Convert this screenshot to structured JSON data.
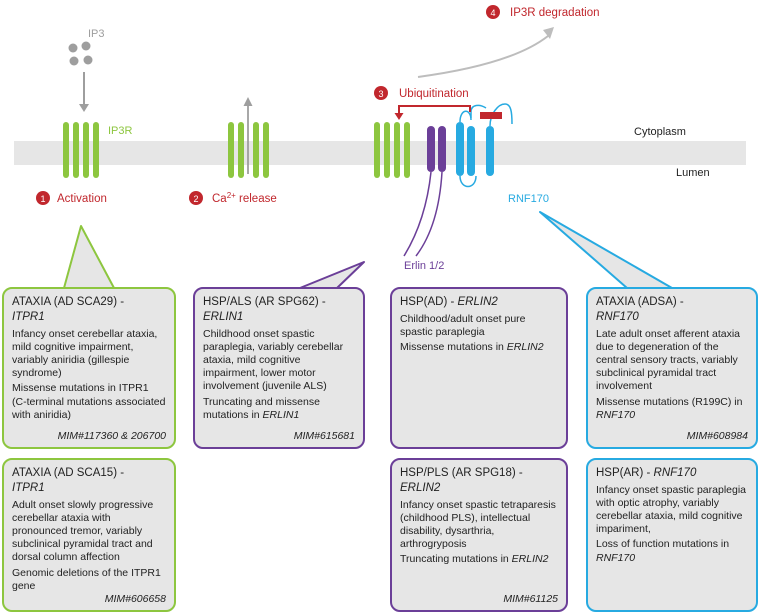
{
  "labels": {
    "ip3": "IP3",
    "ip3r": "IP3R",
    "cytoplasm": "Cytoplasm",
    "lumen": "Lumen",
    "rnf170": "RNF170",
    "erlin": "Erlin 1/2"
  },
  "steps": [
    {
      "num": "1",
      "label": "Activation"
    },
    {
      "num": "2",
      "label_pre": "Ca",
      "label_sup": "2+",
      "label_post": " release"
    },
    {
      "num": "3",
      "label": "Ubiquitination"
    },
    {
      "num": "4",
      "label": "IP3R degradation"
    }
  ],
  "colors": {
    "green": "#8dc63f",
    "purple": "#6b3f98",
    "blue": "#27aae1",
    "red": "#c1272d",
    "membrane": "#e6e6e6",
    "gray": "#9e9e9e"
  },
  "cards": {
    "sca29": {
      "title": "ATAXIA (AD SCA29) -",
      "gene": "ITPR1",
      "p1": "Infancy onset cerebellar ataxia, mild cognitive impairment, variably aniridia (gillespie syndrome)",
      "p2": "Missense mutations in ITPR1 (C-terminal mutations associated with aniridia)",
      "mim": "MIM#117360 & 206700"
    },
    "sca15": {
      "title": "ATAXIA (AD SCA15) -",
      "gene": "ITPR1",
      "p1": "Adult onset slowly progressive cerebellar ataxia with pronounced tremor, variably subclinical pyramidal tract and dorsal column affection",
      "p2": "Genomic deletions of the ITPR1 gene",
      "mim": "MIM#606658"
    },
    "spg62": {
      "title": "HSP/ALS (AR SPG62) -",
      "gene": "ERLIN1",
      "p1": "Childhood onset spastic paraplegia, variably cerebellar ataxia, mild cognitive impairment, lower motor involvement (juvenile ALS)",
      "p2_pre": "Truncating and missense mutations in ",
      "p2_gene": "ERLIN1",
      "mim": "MIM#615681"
    },
    "hspad": {
      "title": "HSP(AD) -",
      "gene": "ERLIN2",
      "p1": "Childhood/adult onset pure spastic paraplegia",
      "p2_pre": "Missense mutations in ",
      "p2_gene": "ERLIN2"
    },
    "spg18": {
      "title": "HSP/PLS (AR SPG18) -",
      "gene": "ERLIN2",
      "p1": "Infancy onset spastic tetraparesis (childhood PLS), intellectual disability, dysarthria, arthrogryposis",
      "p2_pre": "Truncating mutations in ",
      "p2_gene": "ERLIN2",
      "mim": "MIM#61125"
    },
    "adsa": {
      "title": "ATAXIA (ADSA) -",
      "gene": "RNF170",
      "p1": "Late adult onset afferent ataxia due to degeneration of the central sensory tracts, variably subclinical pyramidal tract involvement",
      "p2_pre": "Missense mutations (R199C) in ",
      "p2_gene": "RNF170",
      "mim": "MIM#608984"
    },
    "hspar": {
      "title": "HSP(AR) -",
      "gene": "RNF170",
      "p1": "Infancy onset spastic paraplegia with optic atrophy, variably cerebellar ataxia, mild cognitive impariment,",
      "p2_pre": "Loss of function mutations in ",
      "p2_gene": "RNF170"
    }
  }
}
